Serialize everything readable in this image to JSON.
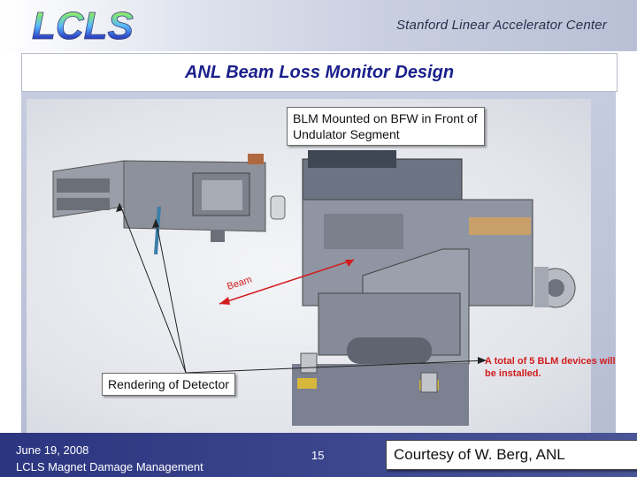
{
  "header": {
    "logo_text": "LCLS",
    "org_name": "Stanford Linear Accelerator Center"
  },
  "slide": {
    "title": "ANL Beam Loss Monitor Design",
    "callout_top": "BLM Mounted on BFW in Front of Undulator Segment",
    "callout_left": "Rendering of Detector",
    "beam_label": "Beam",
    "note": "A total of 5 BLM devices will be installed."
  },
  "footer": {
    "date": "June 19, 2008",
    "event": "LCLS Magnet Damage Management",
    "page_number": "15",
    "courtesy": "Courtesy of W. Berg, ANL"
  },
  "colors": {
    "title": "#1a1f8c",
    "accent_red": "#d21c1c",
    "footer_bg": "#2b3580"
  }
}
